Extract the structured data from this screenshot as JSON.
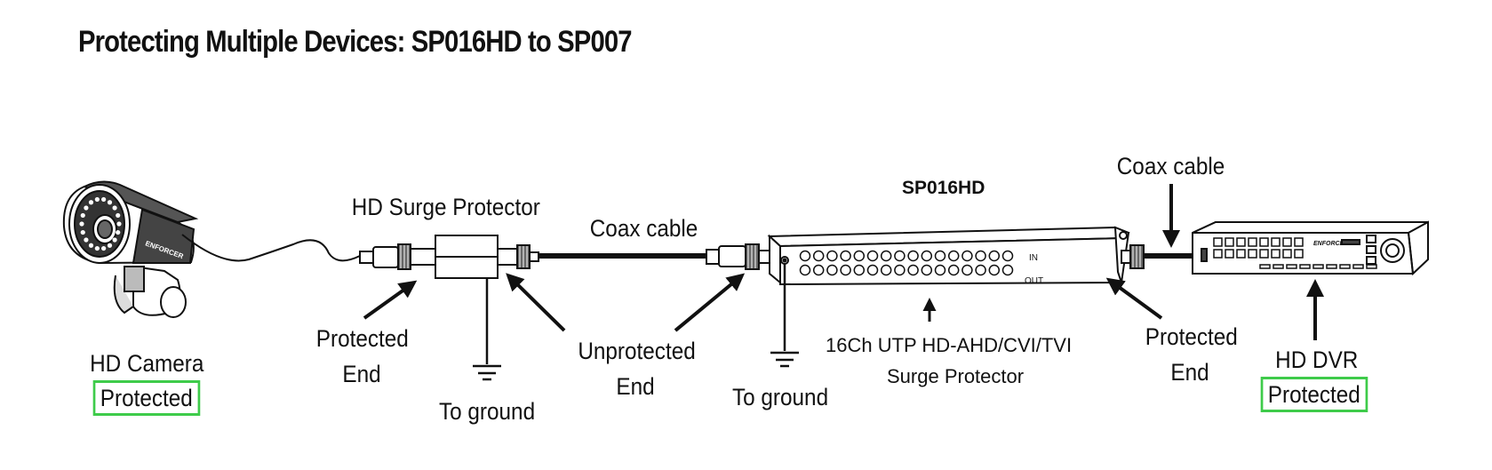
{
  "title": "Protecting Multiple Devices: SP016HD  to  SP007",
  "labels": {
    "hd_surge_protector": "HD Surge Protector",
    "coax_cable_1": "Coax cable",
    "coax_cable_2": "Coax cable",
    "sp016hd": "SP016HD",
    "protected_end_1_line1": "Protected",
    "protected_end_1_line2": "End",
    "unprotected_end_line1": "Unprotected",
    "unprotected_end_line2": "End",
    "to_ground_1": "To ground",
    "to_ground_2": "To ground",
    "device_desc_line1": "16Ch UTP HD-AHD/CVI/TVI",
    "device_desc_line2": "Surge Protector",
    "protected_end_2_line1": "Protected",
    "protected_end_2_line2": "End",
    "hd_camera": "HD Camera",
    "camera_status": "Protected",
    "hd_dvr": "HD DVR",
    "dvr_status": "Protected",
    "port_in": "IN",
    "port_out": "OUT",
    "camera_brand": "ENFORCER",
    "dvr_brand": "ENFORCER"
  },
  "colors": {
    "status_box": "#3ecb4a",
    "line": "#111111"
  }
}
